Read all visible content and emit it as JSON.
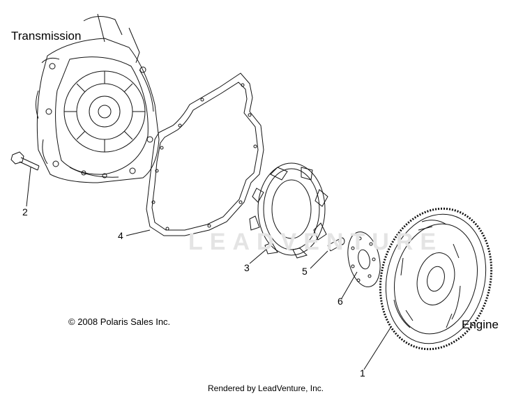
{
  "diagram": {
    "header_left": "Transmission",
    "header_right": "Engine",
    "copyright": "© 2008 Polaris Sales Inc.",
    "footer": "Rendered by LeadVenture, Inc.",
    "watermark": "LEADVENTURE",
    "callouts": {
      "c1": "1",
      "c2": "2",
      "c3": "3",
      "c4": "4",
      "c5": "5",
      "c6": "6"
    }
  }
}
